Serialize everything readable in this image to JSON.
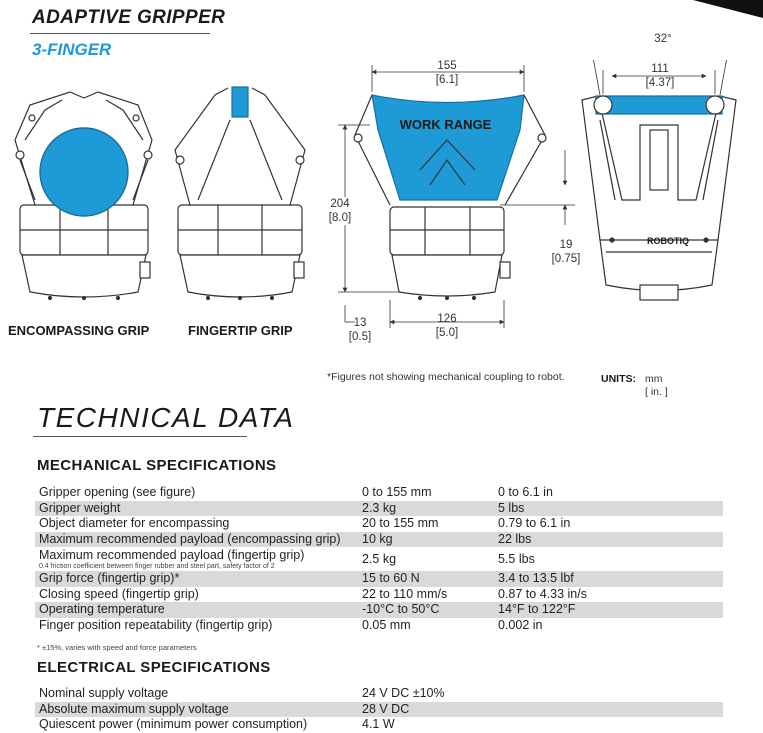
{
  "header": {
    "title": "ADAPTIVE GRIPPER",
    "subtitle": "3-FINGER"
  },
  "figure": {
    "grip_labels": [
      "ENCOMPASSING GRIP",
      "FINGERTIP GRIP"
    ],
    "work_range_label": "WORK RANGE",
    "brand_label": "ROBOTIQ",
    "dimensions": {
      "opening_width": "155",
      "opening_width_in": "[6.1]",
      "height": "204",
      "height_in": "[8.0]",
      "base_width": "126",
      "base_width_in": "[5.0]",
      "offset_small": "13",
      "offset_small_in": "[0.5]",
      "offset_side": "19",
      "offset_side_in": "[0.75]",
      "angle": "32°",
      "side_width": "111",
      "side_width_in": "[4.37]"
    },
    "note": "*Figures not showing mechanical coupling to robot.",
    "units_label": "UNITS:",
    "units_primary": "mm",
    "units_secondary": "[ in. ]"
  },
  "technical": {
    "title": "TECHNICAL DATA",
    "mechanical": {
      "title": "MECHANICAL SPECIFICATIONS",
      "rows": [
        {
          "label": "Gripper opening (see figure)",
          "note": "",
          "metric": "0 to 155 mm",
          "imperial": "0 to 6.1 in"
        },
        {
          "label": "Gripper weight",
          "note": "",
          "metric": "2.3 kg",
          "imperial": "5 lbs"
        },
        {
          "label": "Object diameter for encompassing",
          "note": "",
          "metric": "20 to 155 mm",
          "imperial": "0.79 to 6.1 in"
        },
        {
          "label": "Maximum recommended payload (encompassing grip)",
          "note": "",
          "metric": "10 kg",
          "imperial": "22 lbs"
        },
        {
          "label": "Maximum recommended payload (fingertip grip)",
          "note": "0.4 friction coefficient between finger rubber and steel part, safety factor of 2",
          "metric": "2.5 kg",
          "imperial": "5.5 lbs"
        },
        {
          "label": "Grip force (fingertip grip)*",
          "note": "",
          "metric": "15 to 60 N",
          "imperial": "3.4 to 13.5 lbf"
        },
        {
          "label": "Closing speed (fingertip grip)",
          "note": "",
          "metric": "22 to 110 mm/s",
          "imperial": "0.87 to 4.33 in/s"
        },
        {
          "label": "Operating temperature",
          "note": "",
          "metric": "-10°C to 50°C",
          "imperial": "14°F to 122°F"
        },
        {
          "label": "Finger position repeatability (fingertip grip)",
          "note": "",
          "metric": "0.05 mm",
          "imperial": "0.002 in"
        }
      ],
      "footnote": "* ±15%, varies with speed and force parameters"
    },
    "electrical": {
      "title": "ELECTRICAL SPECIFICATIONS",
      "rows": [
        {
          "label": "Nominal supply voltage",
          "metric": "24 V DC ±10%",
          "imperial": ""
        },
        {
          "label": "Absolute maximum supply voltage",
          "metric": "28 V DC",
          "imperial": ""
        },
        {
          "label": "Quiescent power (minimum power consumption)",
          "metric": "4.1 W",
          "imperial": ""
        }
      ]
    }
  },
  "colors": {
    "accent_blue": "#1e9ad6",
    "row_shade": "#d9d9d9",
    "text_dark": "#231f20"
  }
}
